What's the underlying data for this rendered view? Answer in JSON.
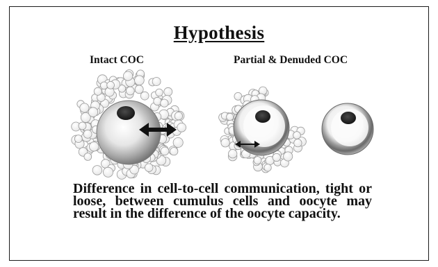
{
  "slide": {
    "title": "Hypothesis",
    "labels": {
      "intact": "Intact COC",
      "partial": "Partial & Denuded COC"
    },
    "caption": "Difference in cell-to-cell communication, tight or loose, between cumulus cells and oocyte may result in the difference of the oocyte capacity."
  },
  "colors": {
    "ink": "#111111",
    "oocyte_shell": "#8a8a8a",
    "nucleus": "#2b2b2b",
    "cumulus_outline": "#9a9a9a"
  },
  "icons": {
    "intact_arrow": "double-headed-arrow",
    "partial_arrow": "double-headed-arrow"
  }
}
